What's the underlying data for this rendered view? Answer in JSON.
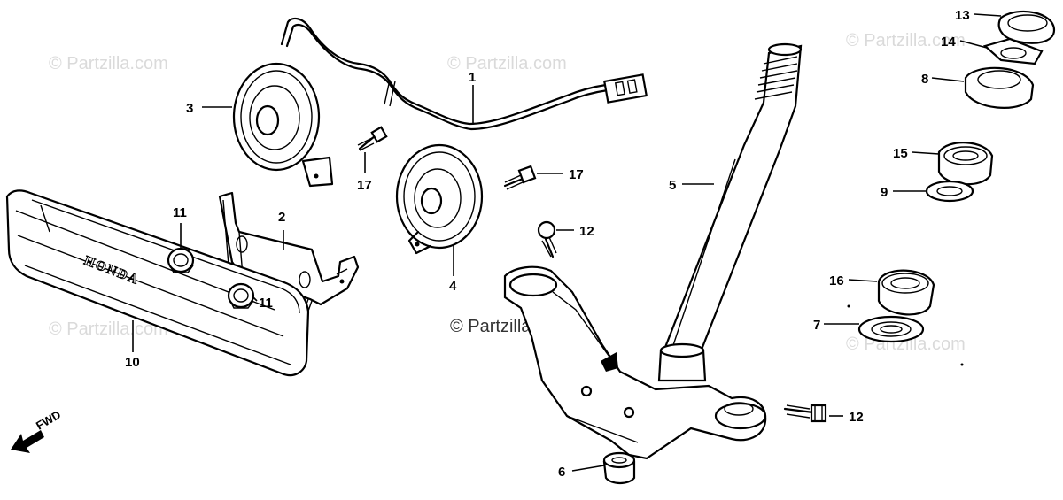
{
  "watermarks": {
    "text": "© Partzilla.com",
    "center_text": "© Partzilla.com"
  },
  "direction_marker": {
    "label": "FWD"
  },
  "emblem": {
    "text": "HONDA"
  },
  "callouts": [
    {
      "number": "1",
      "part": "horn wiring harness"
    },
    {
      "number": "2",
      "part": "horn bracket"
    },
    {
      "number": "3",
      "part": "horn (low)"
    },
    {
      "number": "4",
      "part": "horn (high)"
    },
    {
      "number": "5",
      "part": "steering stem"
    },
    {
      "number": "6",
      "part": "grommet"
    },
    {
      "number": "7",
      "part": "dust seal"
    },
    {
      "number": "8",
      "part": "top thread cone race"
    },
    {
      "number": "9",
      "part": "dust seal"
    },
    {
      "number": "10",
      "part": "front emblem cover"
    },
    {
      "number": "11",
      "part": "nut"
    },
    {
      "number": "11",
      "part": "nut"
    },
    {
      "number": "12",
      "part": "bolt"
    },
    {
      "number": "12",
      "part": "bolt"
    },
    {
      "number": "13",
      "part": "stem lock nut"
    },
    {
      "number": "14",
      "part": "lock washer"
    },
    {
      "number": "15",
      "part": "bearing"
    },
    {
      "number": "16",
      "part": "bearing"
    },
    {
      "number": "17",
      "part": "bolt"
    },
    {
      "number": "17",
      "part": "bolt"
    }
  ]
}
